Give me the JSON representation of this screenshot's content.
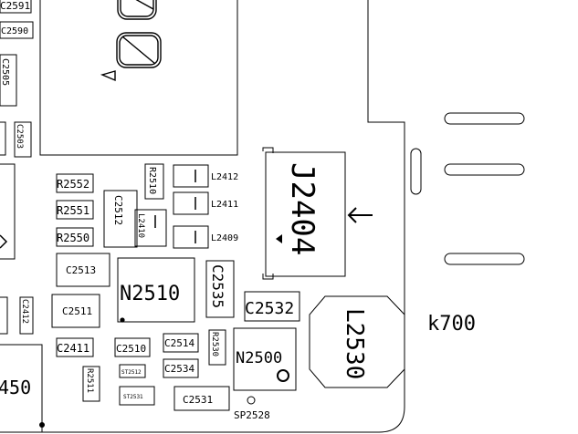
{
  "title": "k700",
  "components": {
    "c2591": "C2591",
    "c2590": "C2590",
    "c2505": "C2505",
    "c2503": "C2503",
    "r2552": "R2552",
    "r2551": "R2551",
    "r2550": "R2550",
    "r2510": "R2510",
    "c2512": "C2512",
    "l2410": "L2410",
    "l2412": "L2412",
    "l2411": "L2411",
    "l2409": "L2409",
    "j2404": "J2404",
    "c2513": "C2513",
    "c2511": "C2511",
    "n2510": "N2510",
    "c2535": "C2535",
    "c2532": "C2532",
    "l2530": "L2530",
    "c2411": "C2411",
    "c2510": "C2510",
    "c2514": "C2514",
    "r2530": "R2530",
    "n2500": "N2500",
    "st2512": "ST2512",
    "c2534": "C2534",
    "r2511": "R2511",
    "st2531": "ST2531",
    "c2531": "C2531",
    "sp2528": "SP2528",
    "c2412": "C2412",
    "left_chip_partial": "450"
  }
}
